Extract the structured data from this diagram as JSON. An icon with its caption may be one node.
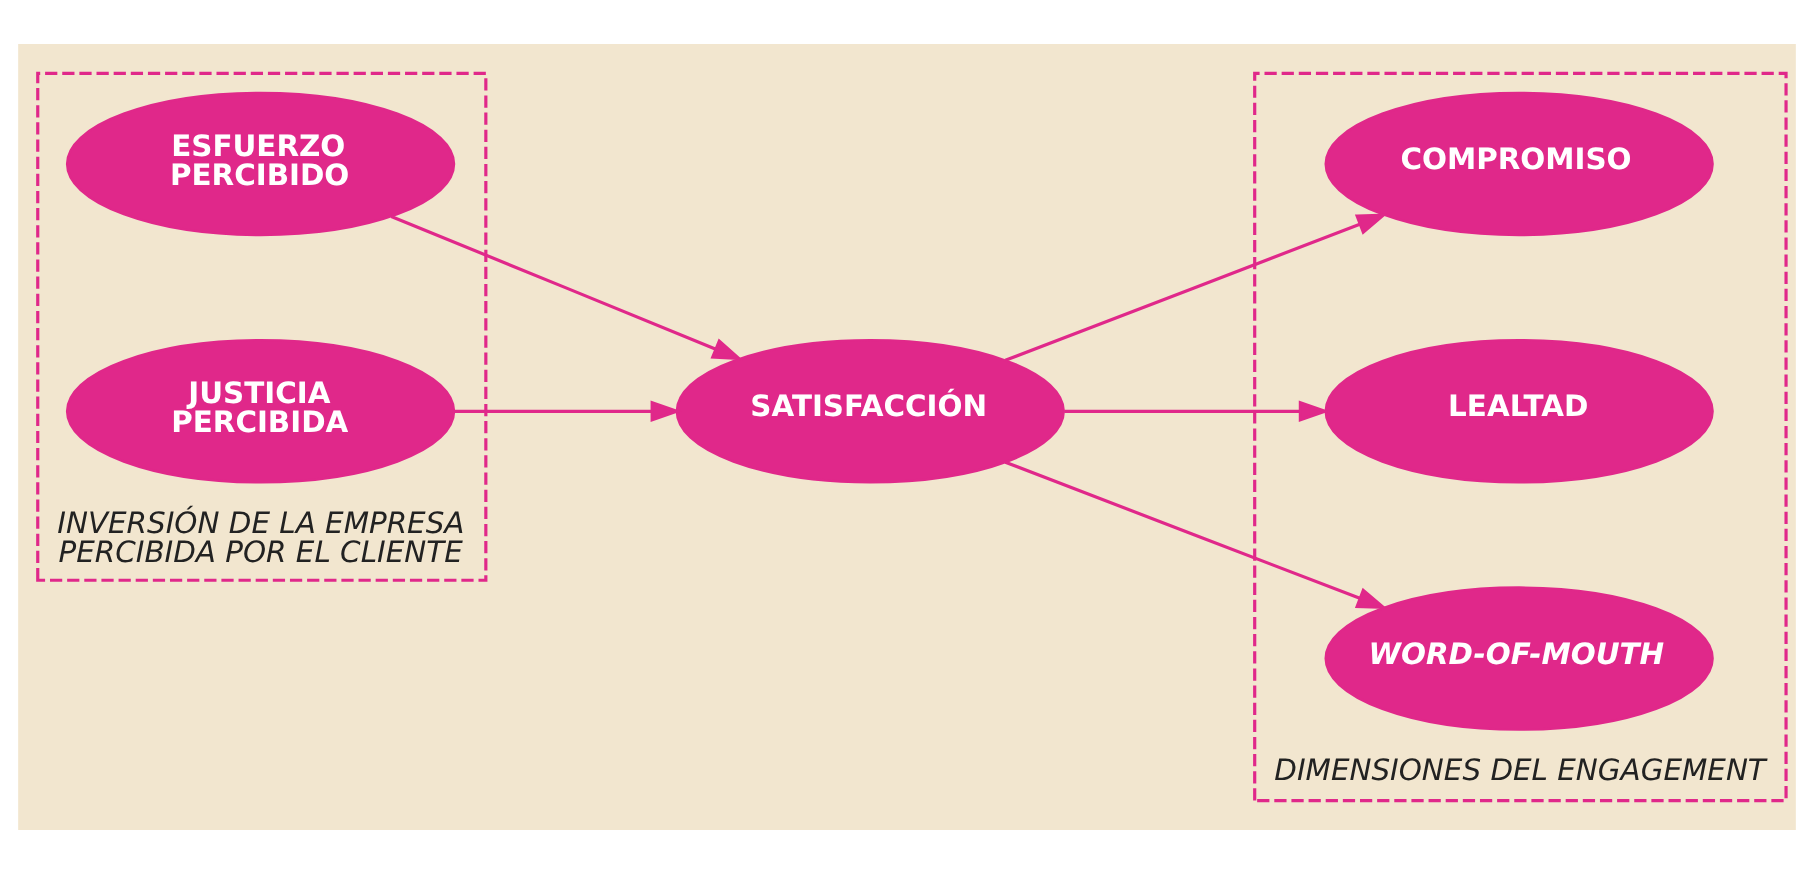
{
  "diagram": {
    "nodes": [
      {
        "text": [
          "INVERSIÓN DE LA EMPRESA PERCIBIDA POR EL CLIENTE"
        ]
      },
      {
        "text": [
          "ESFUERZO PERCIBIDO"
        ],
        "in": 0
      },
      {
        "text": [
          "JUSTICIA PERCIBIDA"
        ],
        "in": 0
      },
      {
        "text": [
          "SATISFACCIÓN"
        ]
      },
      {
        "text": [
          "DIMENSIONES DEL ENGAGEMENT"
        ]
      },
      {
        "text": [
          "COMPROMISO"
        ],
        "in": 4
      },
      {
        "text": [
          "LEALTAD"
        ],
        "in": 4
      },
      {
        "text": [
          "WORD-OF-MOUTH"
        ],
        "in": 4
      }
    ],
    "edges": [
      {
        "from": 1,
        "to": 3,
        "arrow": "to"
      },
      {
        "from": 2,
        "to": 3,
        "arrow": "to"
      },
      {
        "from": 3,
        "to": 5,
        "arrow": "to"
      },
      {
        "from": 3,
        "to": 6,
        "arrow": "to"
      },
      {
        "from": 3,
        "to": 7,
        "arrow": "to"
      }
    ]
  }
}
